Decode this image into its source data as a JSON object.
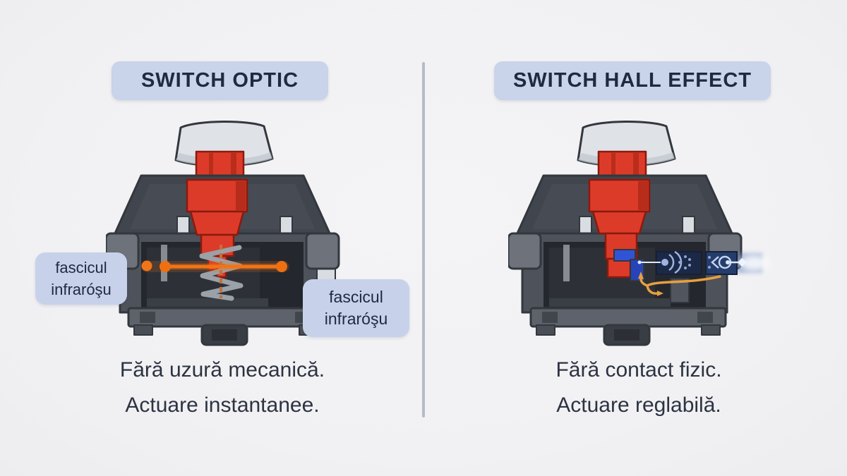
{
  "left": {
    "title": "SWITCH OPTIC",
    "label_left": {
      "line1": "fascicul",
      "line2": "infraróşu"
    },
    "label_right": {
      "line1": "fascicul",
      "line2": "infraróşu"
    },
    "caption": {
      "line1": "Fără uzură mecanică.",
      "line2": "Actuare instantanee."
    }
  },
  "right": {
    "title": "SWITCH HALL EFFECT",
    "caption": {
      "line1": "Fără contact fizic.",
      "line2": "Actuare reglabilă."
    }
  },
  "colors": {
    "bg": "#f1f1f3",
    "chip_bg": "#c9d3e9",
    "label_bg": "#c7d2ea",
    "ink": "#1f2a40",
    "caption_ink": "#2c3342",
    "divider": "#b7bbc6",
    "keycap": "#dfe2e7",
    "housing_dark": "#41454d",
    "chamber": "#24272d",
    "red": "#dd3b29",
    "spring": "#9aa1a9",
    "beam": "#f07418",
    "magnet": "#2f55d6",
    "sensor": "#1b2946",
    "glyph": "#c4d2f0",
    "wire": "#e6a040"
  }
}
